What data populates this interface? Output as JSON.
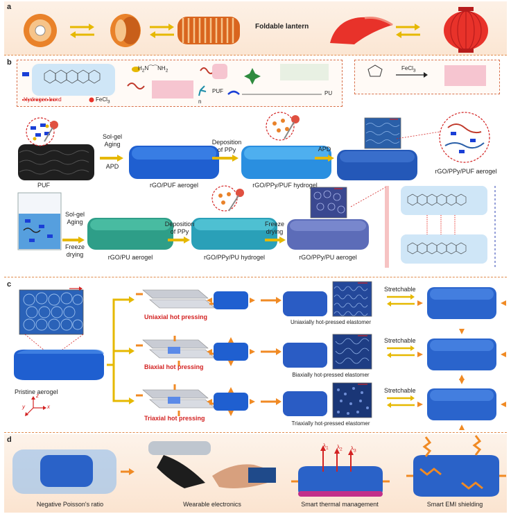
{
  "panels": {
    "a": {
      "letter": "a",
      "lantern_label": "Foldable lantern"
    },
    "b": {
      "letter": "b",
      "legend": {
        "hbond": "Hydrogen bond",
        "fecl3": "FeCl",
        "fecl3_sub": "3",
        "puf": "PUF",
        "pu": "PU",
        "n_sub": "n"
      },
      "reaction": {
        "reagent": "FeCl",
        "reagent_sub": "3"
      },
      "row1": {
        "step1": [
          "Sol-gel",
          "Aging",
          "APD"
        ],
        "step2": [
          "Deposition",
          "of PPy"
        ],
        "step3": "APD",
        "labels": [
          "PUF",
          "rGO/PUF aerogel",
          "rGO/PPy/PUF hydrogel",
          "rGO/PPy/PUF aerogel"
        ]
      },
      "row2": {
        "step1": [
          "Sol-gel",
          "Aging",
          "Freeze",
          "drying"
        ],
        "step2": [
          "Deposition",
          "of PPy"
        ],
        "step3": [
          "Freeze",
          "drying"
        ],
        "labels": [
          "rGO/PU aerogel",
          "rGO/PPy/PU hydrogel",
          "rGO/PPy/PU aerogel"
        ]
      }
    },
    "c": {
      "letter": "c",
      "pristine": "Pristine aerogel",
      "axes": {
        "x": "x",
        "y": "y",
        "z": "z"
      },
      "methods": [
        "Uniaxial hot pressing",
        "Biaxial hot pressing",
        "Triaxial hot pressing"
      ],
      "elastomers": [
        "Uniaxially hot-pressed elastomer",
        "Biaxially hot-pressed elastomer",
        "Triaxially hot-pressed elastomer"
      ],
      "stretchable": "Stretchable"
    },
    "d": {
      "letter": "d",
      "apps": [
        "Negative Poisson's ratio",
        "Wearable electronics",
        "Smart thermal management",
        "Smart EMI shielding"
      ],
      "lambda": [
        "λ",
        "λ",
        "λ"
      ],
      "lambda_sub": [
        "1",
        "2",
        "3"
      ]
    }
  },
  "colors": {
    "foam_blue": "#2f6fd0",
    "foam_light": "#3fa0e8",
    "foam_teal": "#2ea88f",
    "foam_purple": "#6a73b8",
    "lantern_red": "#e8322a",
    "lantern_orange": "#e9822a",
    "arrow_orange": "#f08a24",
    "arrow_yellow": "#e6b800",
    "red_text": "#d32222"
  }
}
